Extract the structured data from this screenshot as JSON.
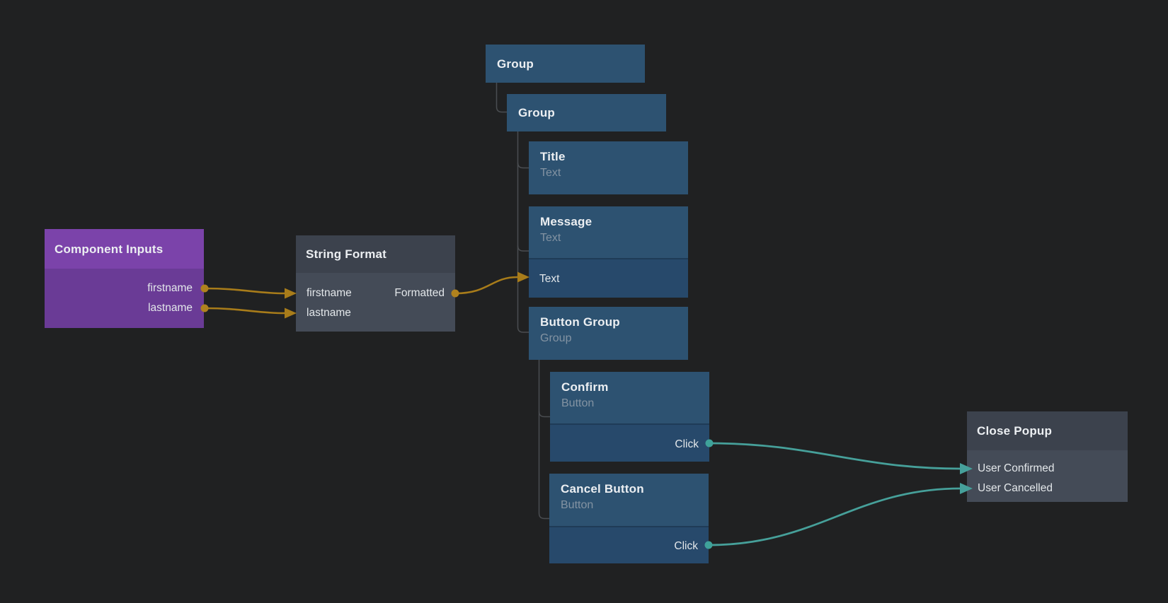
{
  "app": {
    "name": "node-graph-editor"
  },
  "colors": {
    "background": "#202122",
    "visual_node": "#2d5271",
    "visual_node_port_section": "#27496b",
    "logic_node_header": "#3c424d",
    "logic_node_body": "#444b57",
    "component_inputs_header": "#7b43aa",
    "component_inputs_body": "#6a3b96",
    "signal_connection": "#a87c1a",
    "event_connection": "#46a09a",
    "tree_line": "#4a4d51"
  },
  "nodes": {
    "component_inputs": {
      "title": "Component Inputs",
      "outputs": [
        "firstname",
        "lastname"
      ]
    },
    "string_format": {
      "title": "String Format",
      "inputs": [
        "firstname",
        "lastname"
      ],
      "outputs": [
        "Formatted"
      ]
    },
    "group1": {
      "title": "Group"
    },
    "group2": {
      "title": "Group"
    },
    "title_node": {
      "title": "Title",
      "subtitle": "Text"
    },
    "message": {
      "title": "Message",
      "subtitle": "Text",
      "inputs": [
        "Text"
      ]
    },
    "button_group": {
      "title": "Button Group",
      "subtitle": "Group"
    },
    "confirm": {
      "title": "Confirm",
      "subtitle": "Button",
      "outputs": [
        "Click"
      ]
    },
    "cancel": {
      "title": "Cancel Button",
      "subtitle": "Button",
      "outputs": [
        "Click"
      ]
    },
    "close_popup": {
      "title": "Close Popup",
      "inputs": [
        "User Confirmed",
        "User Cancelled"
      ]
    }
  }
}
